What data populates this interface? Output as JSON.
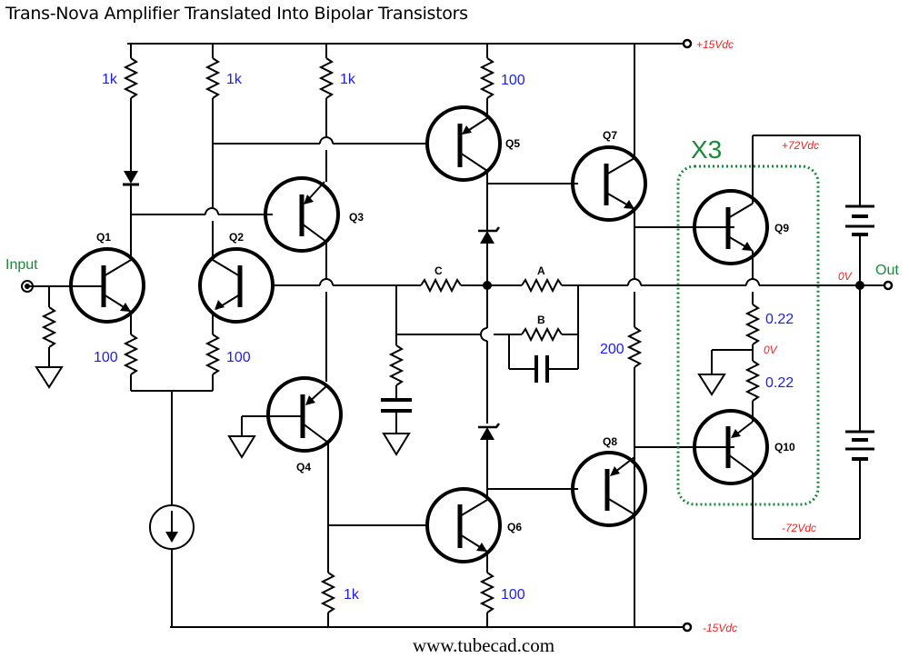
{
  "title": "Trans-Nova Amplifier Translated Into Bipolar Transistors",
  "footer": "www.tubecad.com",
  "colors": {
    "wire": "#000000",
    "value_text": "#1a1aff",
    "voltage_text": "#ff1a1a",
    "io_text": "#1a8a3a",
    "group_box": "#1a8a3a"
  },
  "io": {
    "input": "Input",
    "output": "Out"
  },
  "supplies": {
    "pos15": "+15Vdc",
    "neg15": "-15Vdc",
    "pos72": "+72Vdc",
    "neg72": "-72Vdc",
    "zero_out": "0V",
    "zero_mid": "0V"
  },
  "group": {
    "label": "X3",
    "members": [
      "Q9",
      "Q10"
    ]
  },
  "transistors": [
    {
      "name": "Q1",
      "type": "NPN"
    },
    {
      "name": "Q2",
      "type": "PNP"
    },
    {
      "name": "Q3",
      "type": "PNP"
    },
    {
      "name": "Q4",
      "type": "PNP"
    },
    {
      "name": "Q5",
      "type": "PNP"
    },
    {
      "name": "Q6",
      "type": "NPN"
    },
    {
      "name": "Q7",
      "type": "NPN"
    },
    {
      "name": "Q8",
      "type": "PNP"
    },
    {
      "name": "Q9",
      "type": "NPN"
    },
    {
      "name": "Q10",
      "type": "PNP"
    }
  ],
  "resistors": {
    "r_q1_top": "1k",
    "r_q2_top": "1k",
    "r_q3_top": "1k",
    "r_q1_emit": "100",
    "r_q2_emit": "100",
    "r_q5_emit": "100",
    "r_q6_emit": "100",
    "r_q4_coll": "1k",
    "r_bias": "200",
    "r_out_top": "0.22",
    "r_out_bot": "0.22",
    "feedback_a": "A",
    "feedback_b": "B",
    "feedback_c": "C"
  }
}
